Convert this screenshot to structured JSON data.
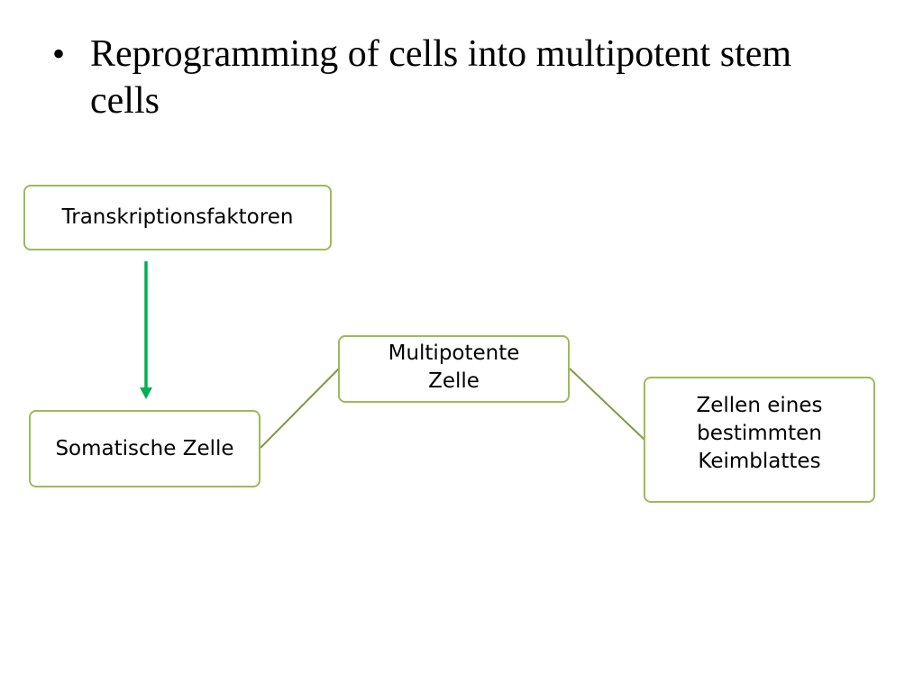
{
  "slide": {
    "bullet": "Reprogramming of cells into multipotent stem cells"
  },
  "diagram": {
    "nodes": {
      "transkriptionsfaktoren": "Transkriptionsfaktoren",
      "somatische_zelle": "Somatische Zelle",
      "multipotente_zelle": "Multipotente\nZelle",
      "zellen_keimblatt": "Zellen eines\nbestimmten\nKeimblattes"
    },
    "colors": {
      "box_border": "#9bbb59",
      "arrow": "#00b050",
      "connector": "#7f9a48"
    }
  }
}
